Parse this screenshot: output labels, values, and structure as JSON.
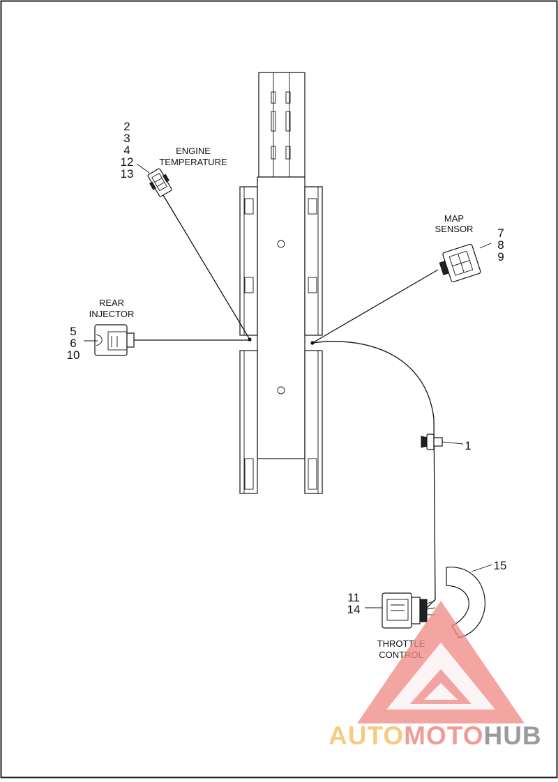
{
  "callouts": {
    "engine_temperature": {
      "numbers": [
        "2",
        "3",
        "4",
        "12",
        "13"
      ],
      "label": [
        "ENGINE",
        "TEMPERATURE"
      ]
    },
    "map_sensor": {
      "numbers": [
        "7",
        "8",
        "9"
      ],
      "label": [
        "MAP",
        "SENSOR"
      ]
    },
    "rear_injector": {
      "numbers": [
        "5",
        "6",
        "10"
      ],
      "label": [
        "REAR",
        "INJECTOR"
      ]
    },
    "clip": {
      "number": "1"
    },
    "cover": {
      "number": "15"
    },
    "throttle_control": {
      "numbers": [
        "11",
        "14"
      ],
      "label": [
        "THROTTLE",
        "CONTROL"
      ]
    }
  },
  "watermark": {
    "brand_parts": [
      "AUTO",
      "MOTO",
      "HUB"
    ],
    "colors": {
      "auto": "#f4c26b",
      "moto": "#ef8a86",
      "hub": "#8a8a8a",
      "triangle": "#ef8a86"
    }
  },
  "colors": {
    "line": "#111111",
    "background": "#ffffff",
    "frame": "#222222"
  }
}
